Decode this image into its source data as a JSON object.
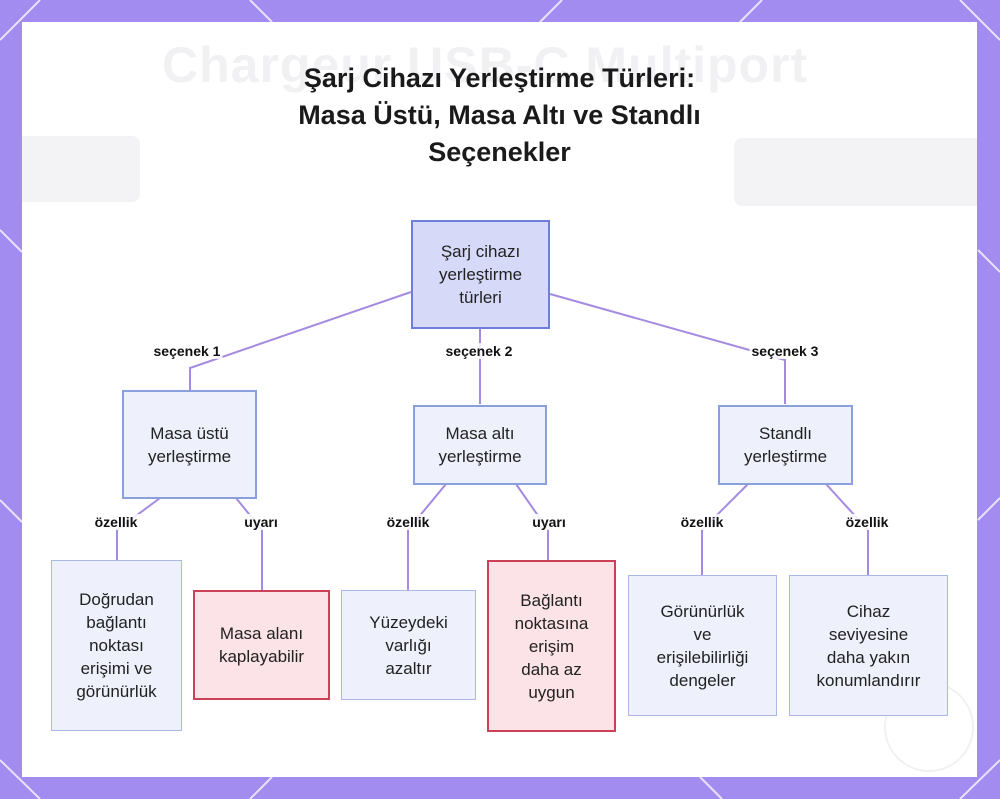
{
  "background_text": "Chargeur USB-C Multiport",
  "title_lines": [
    "Şarj Cihazı Yerleştirme Türleri:",
    "Masa Üstü, Masa Altı ve Standlı",
    "Seçenekler"
  ],
  "nodes": {
    "root": "Şarj cihazı\nyerleştirme\ntürleri",
    "desk_top": "Masa üstü\nyerleştirme",
    "under_desk": "Masa altı\nyerleştirme",
    "stand": "Standlı\nyerleştirme",
    "desk_top_feature": "Doğrudan\nbağlantı\nnoktası\nerişimi ve\ngörünürlük",
    "desk_top_warning": "Masa alanı\nkaplayabilir",
    "under_desk_feature": "Yüzeydeki\nvarlığı\nazaltır",
    "under_desk_warning": "Bağlantı\nnoktasına\nerişim\ndaha az\nuygun",
    "stand_feature_1": "Görünürlük\nve\nerişilebilirliği\ndengeler",
    "stand_feature_2": "Cihaz\nseviyesine\ndaha yakın\nkonumlandırır"
  },
  "edge_labels": {
    "option1": "seçenek 1",
    "option2": "seçenek 2",
    "option3": "seçenek 3",
    "desk_top_feature": "özellik",
    "desk_top_warning": "uyarı",
    "under_desk_feature": "özellik",
    "under_desk_warning": "uyarı",
    "stand_feature_1": "özellik",
    "stand_feature_2": "özellik"
  },
  "colors": {
    "frame": "#a38cf0",
    "edge": "#a48ae0",
    "root_fill": "#d6daf8",
    "node_fill": "#eef1fb",
    "warning_border": "#cc4058",
    "warning_fill": "#fbe3e7"
  }
}
